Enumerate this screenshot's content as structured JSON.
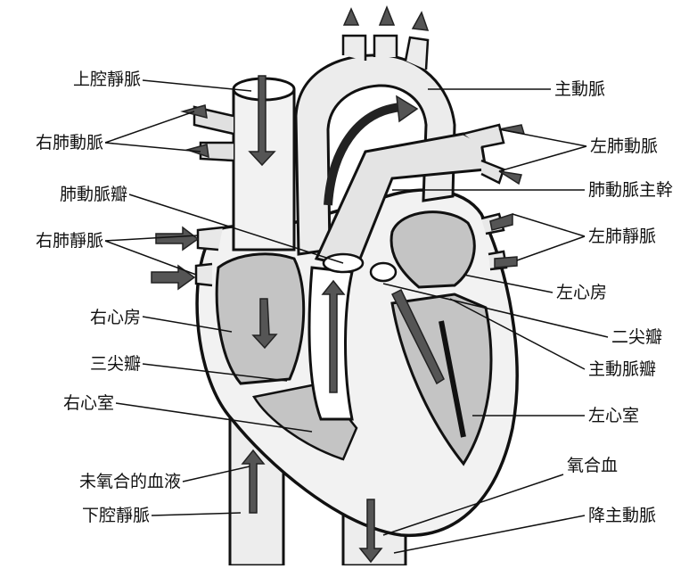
{
  "labels": {
    "svc": "上腔靜脈",
    "rpa": "右肺動脈",
    "pvalve": "肺動脈瓣",
    "rpv": "右肺靜脈",
    "ra": "右心房",
    "tricuspid": "三尖瓣",
    "rv": "右心室",
    "deoxy": "未氧合的血液",
    "ivc": "下腔靜脈",
    "aorta": "主動脈",
    "lpa": "左肺動脈",
    "ptrunk": "肺動脈主幹",
    "lpv": "左肺靜脈",
    "la": "左心房",
    "mitral": "二尖瓣",
    "avalve": "主動脈瓣",
    "lv": "左心室",
    "oxy": "氧合血",
    "desc_aorta": "降主動脈"
  },
  "colors": {
    "line": "#111111",
    "fill_light": "#e6e6e6",
    "fill_mid": "#bdbdbd",
    "arrow": "#555555",
    "white": "#ffffff"
  }
}
